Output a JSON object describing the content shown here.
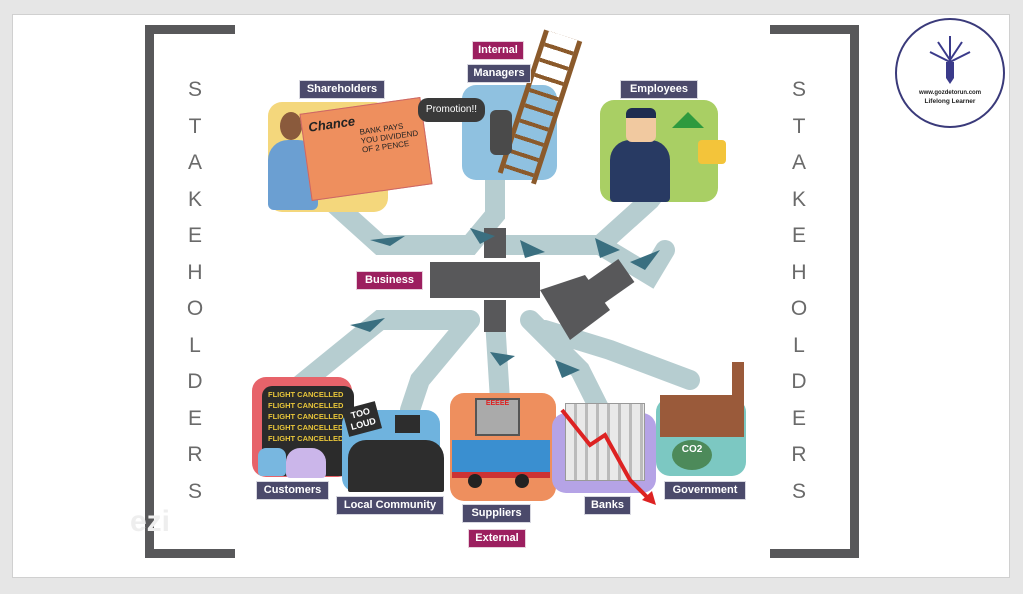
{
  "side_title_left": [
    "S",
    "T",
    "A",
    "K",
    "E",
    "H",
    "O",
    "L",
    "D",
    "E",
    "R",
    "S"
  ],
  "side_title_right": [
    "S",
    "T",
    "A",
    "K",
    "E",
    "H",
    "O",
    "L",
    "D",
    "E",
    "R",
    "S"
  ],
  "labels": {
    "internal": "Internal",
    "managers": "Managers",
    "shareholders": "Shareholders",
    "employees": "Employees",
    "business": "Business",
    "customers": "Customers",
    "local_community": "Local Community",
    "suppliers": "Suppliers",
    "external": "External",
    "banks": "Banks",
    "government": "Government"
  },
  "illustration_text": {
    "promotion": "Promotion!!",
    "chance": "Chance",
    "bank_pays": "BANK PAYS YOU DIVIDEND OF 2 PENCE",
    "flight_cancelled": "FLIGHT CANCELLED",
    "too_loud": "TOO LOUD",
    "co2": "CO2",
    "register": "EEEEE"
  },
  "logo": {
    "url": "www.gozdetorun.com",
    "tagline": "Lifelong Learner"
  },
  "watermark": "ezi",
  "colors": {
    "label": "#4b4a6b",
    "magenta": "#9c1f5f",
    "road": "#b6cdd0",
    "bracket": "#58585a"
  }
}
